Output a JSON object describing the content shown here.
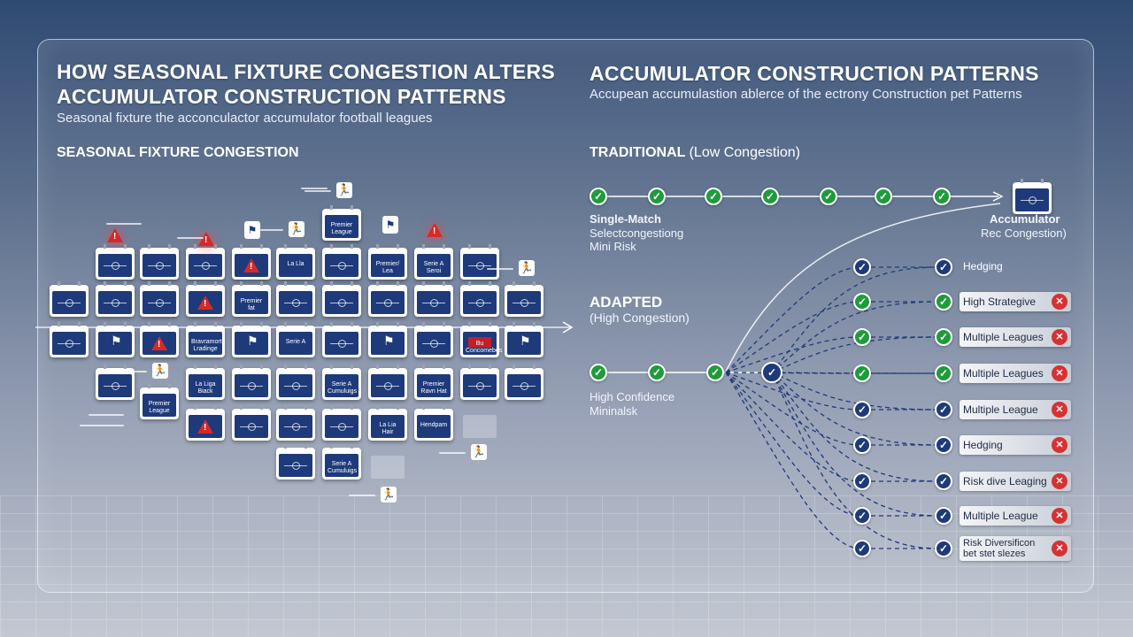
{
  "left": {
    "title_line1": "HOW SEASONAL FIXTURE CONGESTION ALTERS",
    "title_line2": "ACCUMULATOR CONSTRUCTION PATTERNS",
    "subtitle": "Seasonal fixture the acconculactor accumulator football leagues",
    "section": "SEASONAL FIXTURE CONGESTION",
    "card_labels": {
      "premier": "Premier League",
      "laliga": "La Lla",
      "seriea": "Serie A Cumuluigs",
      "premier_l": "Premier/ Lea",
      "serie_seroi": "Serie A Seroi",
      "premier_fat": "Premier fat",
      "bravrat": "Bravramort Lradinge",
      "serie_a": "Serie A",
      "premier_short": "Premier League",
      "laliga_b": "La Liga Biack",
      "serie_cum": "Serie A Cumuluigs",
      "premier_ravn": "Premier Ravn Hat",
      "lalia_hair": "La Lia Hair",
      "hendpam": "Hendpam",
      "box_red": "Bu Concomebes",
      "serie_low": "Serie A Cumuluigs"
    }
  },
  "right": {
    "title": "ACCUMULATOR CONSTRUCTION PATTERNS",
    "subtitle": "Accupean accumulastion ablerce of the ectrony Construction pet Patterns",
    "traditional_label": "TRADITIONAL",
    "traditional_sub": "(Low Congestion)",
    "trad_caption_1": "Single-Match",
    "trad_caption_2": "Selectcongestiong",
    "trad_caption_3": "Mini Risk",
    "accum_label": "Accumulator",
    "accum_sub": "Rec Congestion)",
    "adapted_label": "ADAPTED",
    "adapted_sub": "(High Congestion)",
    "adapted_caption_1": "High Confidence",
    "adapted_caption_2": "Mininalsk",
    "outcomes": [
      {
        "label": "Hedging",
        "boxed": false
      },
      {
        "label": "High Strategive",
        "boxed": true
      },
      {
        "label": "Multiple Leagues",
        "boxed": true
      },
      {
        "label": "Multiple Leagues",
        "boxed": true
      },
      {
        "label": "Multiple League",
        "boxed": true
      },
      {
        "label": "Hedging",
        "boxed": true
      },
      {
        "label": "Risk dive Leaging",
        "boxed": true
      },
      {
        "label": "Multiple League",
        "boxed": true
      },
      {
        "label": "Risk Diversificon bet stet slezes",
        "boxed": true
      }
    ],
    "check_glyph": "✓",
    "x_glyph": "✕"
  },
  "colors": {
    "navy": "#1e3a7a",
    "green": "#1f9b3b",
    "red": "#d63232"
  }
}
